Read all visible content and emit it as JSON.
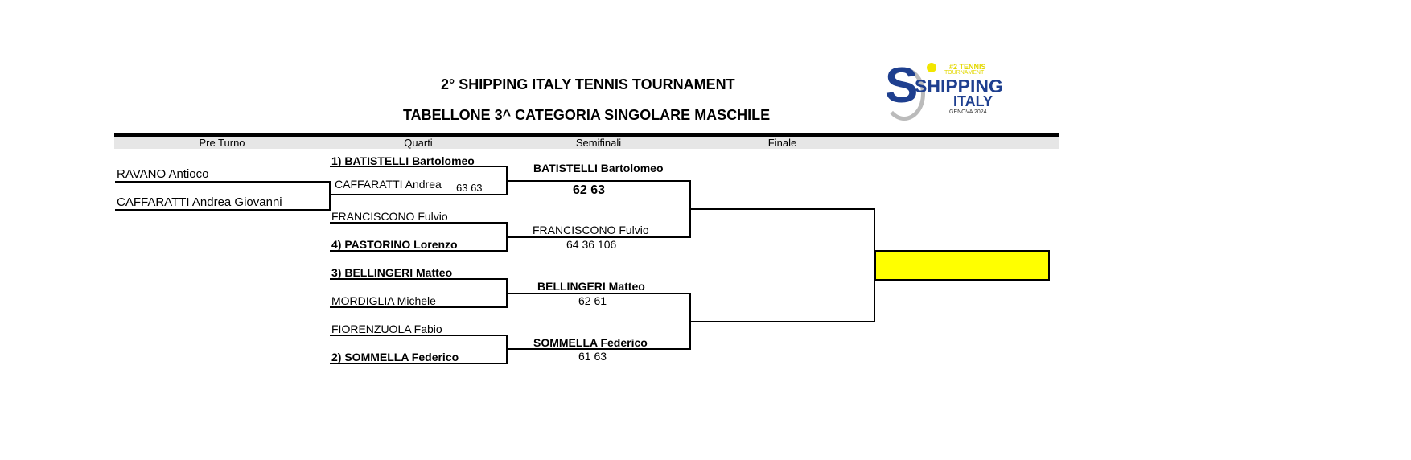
{
  "title": "2° SHIPPING ITALY TENNIS TOURNAMENT",
  "subtitle": "TABELLONE 3^ CATEGORIA SINGOLARE MASCHILE",
  "logo": {
    "top": "#2 TENNIS",
    "top2": "TOURNAMENT",
    "main1": "SHIPPING",
    "main2": "ITALY",
    "bottom": "GENOVA 2024"
  },
  "rounds": [
    "Pre Turno",
    "Quarti",
    "Semifinali",
    "Finale"
  ],
  "preturno": [
    "RAVANO Antioco",
    "CAFFARATTI Andrea Giovanni"
  ],
  "quarti": [
    {
      "name": "1) BATISTELLI Bartolomeo",
      "score": ""
    },
    {
      "name": "CAFFARATTI Andrea",
      "score": "63 63"
    },
    {
      "name": "FRANCISCONO Fulvio",
      "score": ""
    },
    {
      "name": "4) PASTORINO Lorenzo",
      "score": ""
    },
    {
      "name": "3) BELLINGERI Matteo",
      "score": ""
    },
    {
      "name": "MORDIGLIA Michele",
      "score": ""
    },
    {
      "name": "FIORENZUOLA Fabio",
      "score": ""
    },
    {
      "name": "2) SOMMELLA Federico",
      "score": ""
    }
  ],
  "semifinali": [
    {
      "name": "BATISTELLI Bartolomeo",
      "score": "62  63"
    },
    {
      "name": "FRANCISCONO Fulvio",
      "score": "64 36 106"
    },
    {
      "name": "BELLINGERI Matteo",
      "score": "62 61"
    },
    {
      "name": "SOMMELLA Federico",
      "score": "61 63"
    }
  ],
  "winner_color": "#ffff00"
}
